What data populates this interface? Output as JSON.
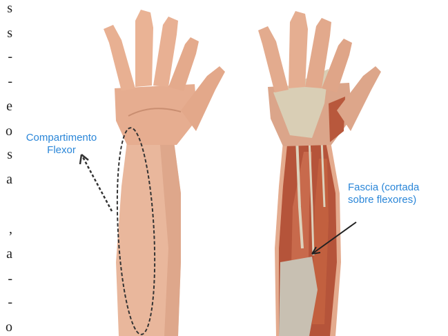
{
  "heading": "",
  "side_text_fragments": [
    "s",
    "s",
    "-",
    "-",
    "e",
    "o",
    "s",
    "a",
    ",",
    "a",
    "-",
    "-",
    "o"
  ],
  "labels": {
    "compartment": [
      "Compartimento",
      "Flexor"
    ],
    "fascia": [
      "Fascia (cortada",
      "sobre flexores)"
    ]
  },
  "figures": {
    "left": "forearm-intact",
    "right": "forearm-dissected"
  },
  "colors": {
    "label_blue": "#2a86d8",
    "skin": "#e9b79c",
    "skin_shadow": "#cf9478",
    "muscle": "#b5543a",
    "tendon": "#ddd2bc",
    "fascia": "#c8c0b2",
    "dashed_outline": "#333333"
  }
}
